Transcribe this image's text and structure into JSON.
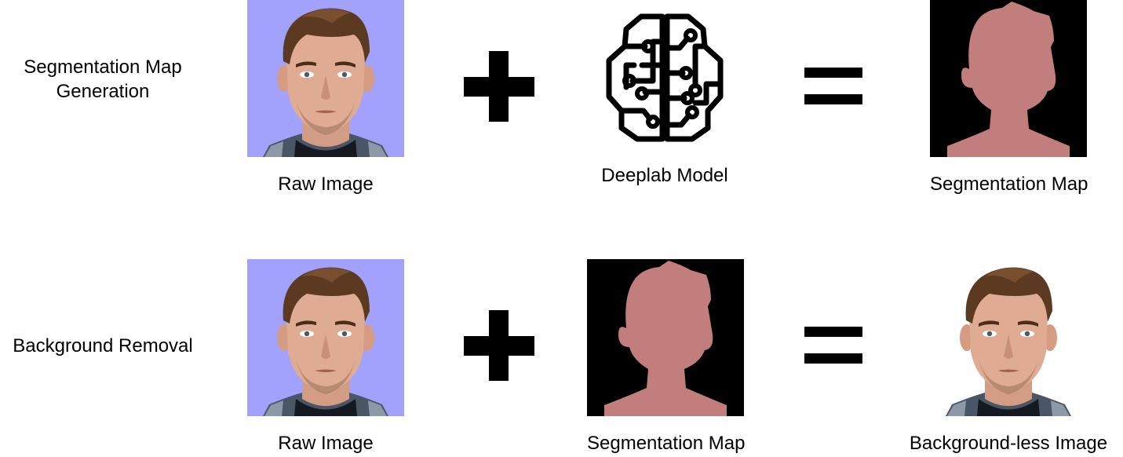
{
  "rows": [
    {
      "label": "Segmentation Map Generation",
      "captions": [
        "Raw Image",
        "Deeplab Model",
        "Segmentation Map"
      ]
    },
    {
      "label": "Background Removal",
      "captions": [
        "Raw Image",
        "Segmentation Map",
        "Background-less Image"
      ]
    }
  ],
  "icons": {
    "model": "brain-circuit-icon",
    "plus": "plus-icon",
    "equals": "equals-icon"
  },
  "colors": {
    "raw_background": "#a2a2fd",
    "mask_foreground": "#c17e7c",
    "mask_background": "#000000"
  }
}
